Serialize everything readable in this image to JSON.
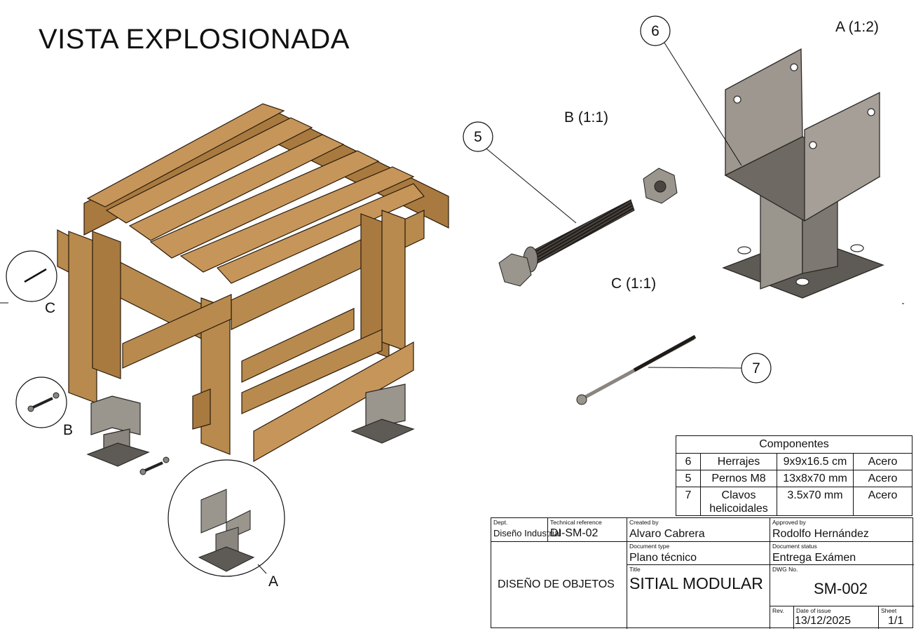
{
  "title": "VISTA EXPLOSIONADA",
  "view_labels": {
    "a": "A (1:2)",
    "b": "B (1:1)",
    "c": "C (1:1)"
  },
  "detail_callouts": {
    "a": "A",
    "b": "B",
    "c": "C"
  },
  "balloons": {
    "five": "5",
    "six": "6",
    "seven": "7"
  },
  "components": {
    "header": "Componentes",
    "rows": [
      {
        "num": "6",
        "name": "Herrajes",
        "dims": "9x9x16.5 cm",
        "material": "Acero"
      },
      {
        "num": "5",
        "name": "Pernos M8",
        "dims": "13x8x70 mm",
        "material": "Acero"
      },
      {
        "num": "7",
        "name": "Clavos helicoidales",
        "dims": "3.5x70 mm",
        "material": "Acero"
      }
    ]
  },
  "title_block": {
    "dept_label": "Dept.",
    "dept": "Diseño Industrial",
    "techref_label": "Technical reference",
    "techref": "DI-SM-02",
    "created_label": "Created by",
    "created": "Alvaro Cabrera",
    "approved_label": "Approved by",
    "approved": "Rodolfo Hernández",
    "doctype_label": "Document type",
    "doctype": "Plano técnico",
    "status_label": "Document status",
    "status": "Entrega Exámen",
    "org": "DISEÑO DE OBJETOS",
    "title_label": "Title",
    "title": "SITIAL MODULAR",
    "dwg_label": "DWG No.",
    "dwg": "SM-002",
    "rev_label": "Rev.",
    "date_label": "Date of issue",
    "date": "13/12/2025",
    "sheet_label": "Sheet",
    "sheet": "1/1"
  },
  "colors": {
    "wood": "#b88a4e",
    "wood_dark": "#7a5526",
    "steel": "#9a958d",
    "steel_dark": "#5e5a55",
    "line": "#111111"
  }
}
